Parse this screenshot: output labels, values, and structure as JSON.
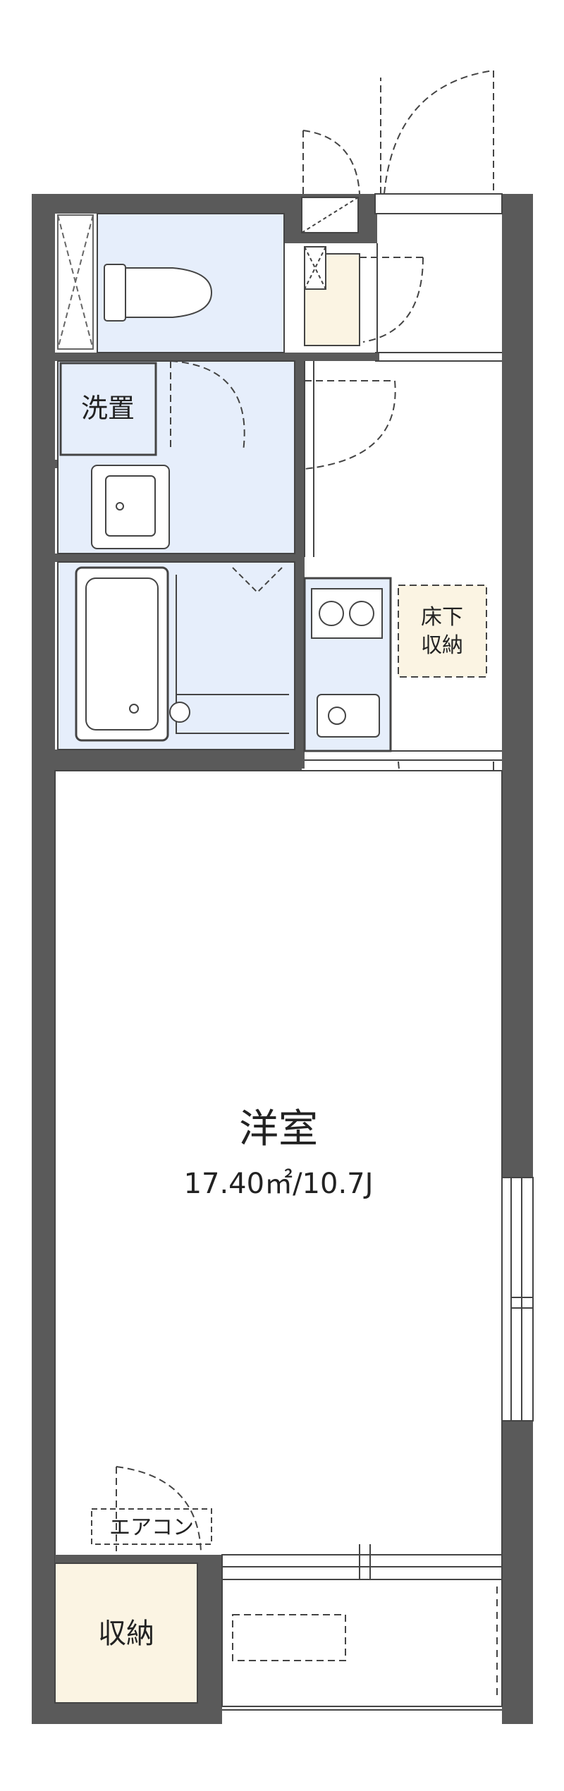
{
  "rooms": {
    "western_room": {
      "name": "洋室",
      "area": "17.40㎡/10.7J"
    },
    "washroom": {
      "label": "洗置"
    },
    "floor_storage": {
      "line1": "床下",
      "line2": "収納"
    },
    "storage": {
      "label": "収納"
    },
    "aircon": {
      "label": "エアコン"
    }
  },
  "colors": {
    "wall": "#5a5a5a",
    "wet_area": "#e6eefb",
    "storage": "#fbf4e3",
    "line": "#444444"
  }
}
